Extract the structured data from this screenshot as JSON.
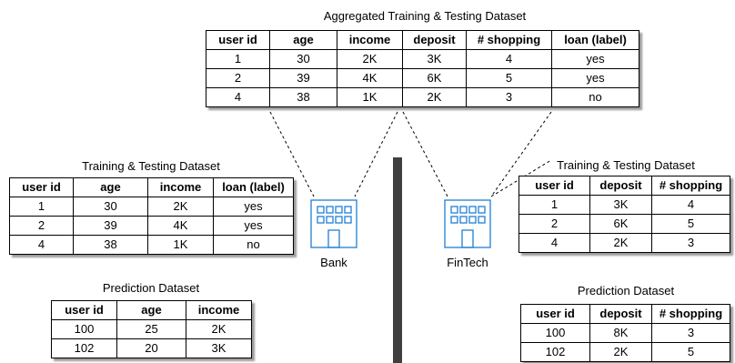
{
  "aggregated": {
    "title": "Aggregated Training & Testing Dataset",
    "columns": [
      "user id",
      "age",
      "income",
      "deposit",
      "# shopping",
      "loan (label)"
    ],
    "rows": [
      [
        "1",
        "30",
        "2K",
        "3K",
        "4",
        "yes"
      ],
      [
        "2",
        "39",
        "4K",
        "6K",
        "5",
        "yes"
      ],
      [
        "4",
        "38",
        "1K",
        "2K",
        "3",
        "no"
      ]
    ]
  },
  "bank": {
    "label": "Bank",
    "training": {
      "title": "Training & Testing Dataset",
      "columns": [
        "user id",
        "age",
        "income",
        "loan (label)"
      ],
      "rows": [
        [
          "1",
          "30",
          "2K",
          "yes"
        ],
        [
          "2",
          "39",
          "4K",
          "yes"
        ],
        [
          "4",
          "38",
          "1K",
          "no"
        ]
      ]
    },
    "prediction": {
      "title": "Prediction Dataset",
      "columns": [
        "user id",
        "age",
        "income"
      ],
      "rows": [
        [
          "100",
          "25",
          "2K"
        ],
        [
          "102",
          "20",
          "3K"
        ]
      ]
    }
  },
  "fintech": {
    "label": "FinTech",
    "training": {
      "title": "Training & Testing Dataset",
      "columns": [
        "user id",
        "deposit",
        "# shopping"
      ],
      "rows": [
        [
          "1",
          "3K",
          "4"
        ],
        [
          "2",
          "6K",
          "5"
        ],
        [
          "4",
          "2K",
          "3"
        ]
      ]
    },
    "prediction": {
      "title": "Prediction Dataset",
      "columns": [
        "user id",
        "deposit",
        "# shopping"
      ],
      "rows": [
        [
          "100",
          "8K",
          "3"
        ],
        [
          "102",
          "2K",
          "5"
        ]
      ]
    }
  },
  "colors": {
    "building": "#1e7fd6",
    "pole": "#3f3f3f",
    "shadow": "#9a9a9a"
  },
  "icons": {
    "bank": "building-icon",
    "fintech": "building-icon"
  }
}
